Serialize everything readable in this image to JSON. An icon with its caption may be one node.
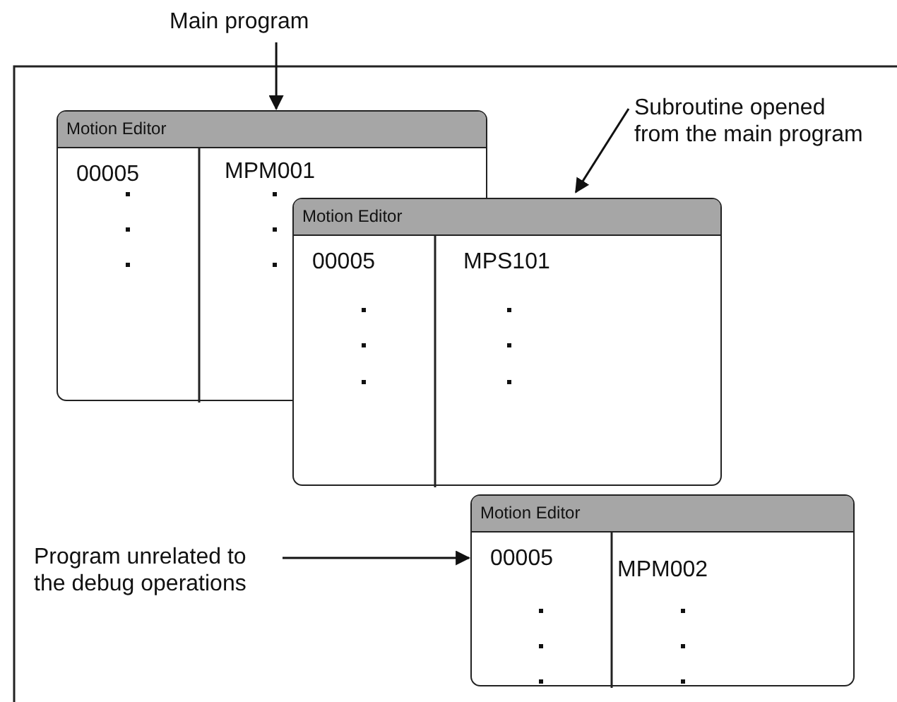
{
  "diagram": {
    "nodes": [
      {
        "text": [
          "Main program"
        ]
      },
      {
        "text": [
          "Motion Editor",
          "00005",
          "MPM001"
        ]
      },
      {
        "text": [
          "Subroutine opened from the main program"
        ]
      },
      {
        "text": [
          "Motion Editor",
          "00005",
          "MPS101"
        ]
      },
      {
        "text": [
          "Program unrelated to the debug operations"
        ]
      },
      {
        "text": [
          "Motion Editor",
          "00005",
          "MPM002"
        ]
      }
    ],
    "edges": [
      {
        "from": 0,
        "to": 1,
        "arrow": "to"
      },
      {
        "from": 2,
        "to": 3,
        "arrow": "to"
      },
      {
        "from": 4,
        "to": 5,
        "arrow": "to"
      }
    ]
  }
}
